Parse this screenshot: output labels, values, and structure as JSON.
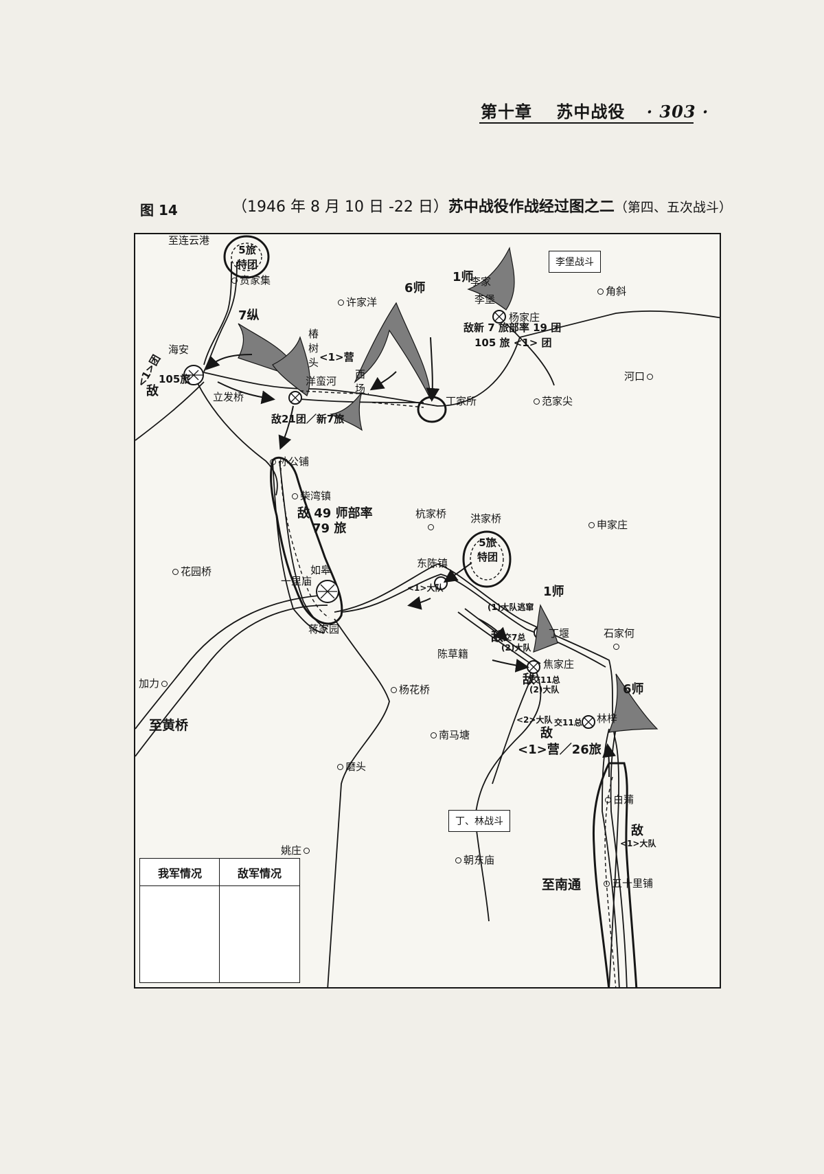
{
  "header": {
    "chapter": "第十章",
    "title": "苏中战役",
    "page": "· 303 ·"
  },
  "figure": {
    "label": "图 14",
    "date": "（1946 年 8 月 10 日 -22 日）",
    "title": "苏中战役作战经过图之二",
    "subtitle": "（第四、五次战斗）"
  },
  "map": {
    "places": {
      "guijiaji": "贲家集",
      "xujiayang": "许家洋",
      "jiaoxie": "角斜",
      "hekou": "河口",
      "fanjiajian": "范家尖",
      "sungongpu": "孙公铺",
      "chaiwanzhen": "柴湾镇",
      "hangjiaqiao": "杭家桥",
      "hongjiaqiao": "洪家桥",
      "shenjiazhuang": "申家庄",
      "huayuanqiao": "花园桥",
      "dongchenzhen": "东陈镇",
      "shijiahe": "石家何",
      "jiali": "加力",
      "yanghuaqiao": "杨花桥",
      "nanmatang": "南马塘",
      "motou": "磨头",
      "yaozhuang": "姚庄",
      "chaodongmiao": "朝东庙",
      "baipu": "白蒲",
      "wushilipu": "五十里铺",
      "lifaqiao": "立发桥",
      "jiangjiayuan": "蒋家园",
      "chencaoji": "陈草籍",
      "ding_jiasuo": "丁家所"
    },
    "towns": {
      "haian": "海安",
      "rugao": "如皋",
      "yilimiao": "一里庙",
      "lijia": "李家",
      "lipu": "李堡",
      "yangjiazhuang": "杨家庄",
      "chunshutou": "椿树头",
      "yangmanhe": "洋蛮河",
      "xichang": "西场",
      "dingyan": "丁堰",
      "jiaojiazhuang": "焦家庄",
      "linzi": "林梓"
    },
    "units": {
      "lianyungang": "至连云港",
      "brigade5_special_top": "5旅特团",
      "div1_top": "1师",
      "div6_top": "6师",
      "col7": "7纵",
      "chunshu_ying": "<1>营",
      "enemy_xin7": "敌新 7 旅部率 19 团",
      "enemy_105_1": "105 旅 <1> 团",
      "enemy_haian_1": "<1>团",
      "enemy_haian_105": "105旅",
      "enemy_haian_di": "敌",
      "enemy_21": "敌21团／新7旅",
      "enemy_49": "敌 49 师部率",
      "enemy_79": "79 旅",
      "brigade5_special_mid": "5旅特团",
      "dadui1": "<1>大队",
      "div1_mid": "1师",
      "dadui_lost": "(1)大队逃窜",
      "jiao7_di": "敌",
      "jiao7": "交7总",
      "dadui2": "(2)大队",
      "jiao11_di": "敌",
      "jiao11": "交11总",
      "dadui2b": "(2)大队",
      "div6_bottom": "6师",
      "dadui_2_lz": "<2>大队",
      "jiao11_lz": "交11总",
      "enemy_lz_di": "敌",
      "ying26": "<1>营／26旅",
      "enemy_baipu_di": "敌",
      "enemy_baipu_1": "<1>大队"
    },
    "notes": {
      "lipu_battle": "李堡战斗",
      "dinglin_battle": "丁、林战斗"
    },
    "destinations": {
      "huangqiao": "至黄桥",
      "nantong": "至南通"
    },
    "legend": {
      "ours": "我军情况",
      "enemy": "敌军情况"
    }
  }
}
